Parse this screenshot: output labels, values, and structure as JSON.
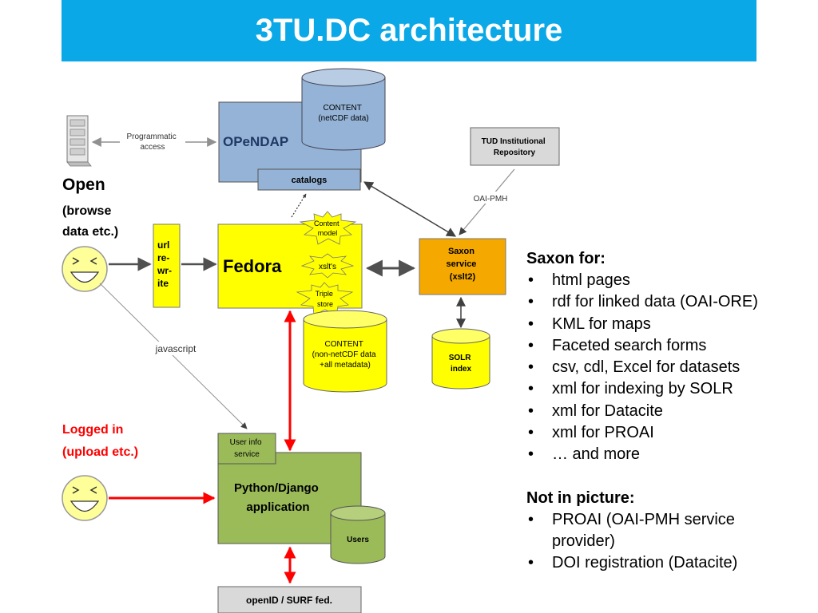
{
  "slide": {
    "title": "3TU.DC architecture"
  },
  "diagram": {
    "opendap": "OPeNDAP",
    "content_netcdf": [
      "CONTENT",
      "(netCDF data)"
    ],
    "catalogs": "catalogs",
    "programmatic_access": [
      "Programmatic",
      "access"
    ],
    "open_users": [
      "Open",
      "(browse",
      "data etc.)"
    ],
    "url_rewrite": [
      "url",
      "re-",
      "wr-",
      "ite"
    ],
    "fedora": "Fedora",
    "content_model": [
      "Content",
      "model"
    ],
    "xslts": "xslt's",
    "triple_store": [
      "Triple",
      "store"
    ],
    "content_other": [
      "CONTENT",
      "(non-netCDF data",
      "+all metadata)"
    ],
    "tud_repository": [
      "TUD Institutional",
      "Repository"
    ],
    "oai_pmh": "OAI-PMH",
    "saxon": [
      "Saxon",
      "service",
      "(xslt2)"
    ],
    "solr": [
      "SOLR",
      "index"
    ],
    "javascript": "javascript",
    "logged_in": [
      "Logged in",
      "(upload etc.)"
    ],
    "user_info": [
      "User info",
      "service"
    ],
    "django": [
      "Python/Django",
      "application"
    ],
    "users": "Users",
    "openid": "openID / SURF fed."
  },
  "notes": {
    "saxon_heading": "Saxon for:",
    "saxon_items": [
      "html pages",
      "rdf for linked data (OAI-ORE)",
      "KML for maps",
      "Faceted search forms",
      "csv, cdl, Excel for datasets",
      "xml for indexing by SOLR",
      "xml for Datacite",
      "xml for PROAI",
      "… and more"
    ],
    "not_heading": "Not in picture:",
    "not_items": [
      "PROAI (OAI-PMH service provider)",
      "DOI registration (Datacite)"
    ]
  },
  "colors": {
    "title_bg": "#0aa8e6",
    "opendap": "#95b3d7",
    "fedora": "#ffff00",
    "saxon": "#f5a800",
    "django": "#9bbb59",
    "red": "#ff0000"
  }
}
